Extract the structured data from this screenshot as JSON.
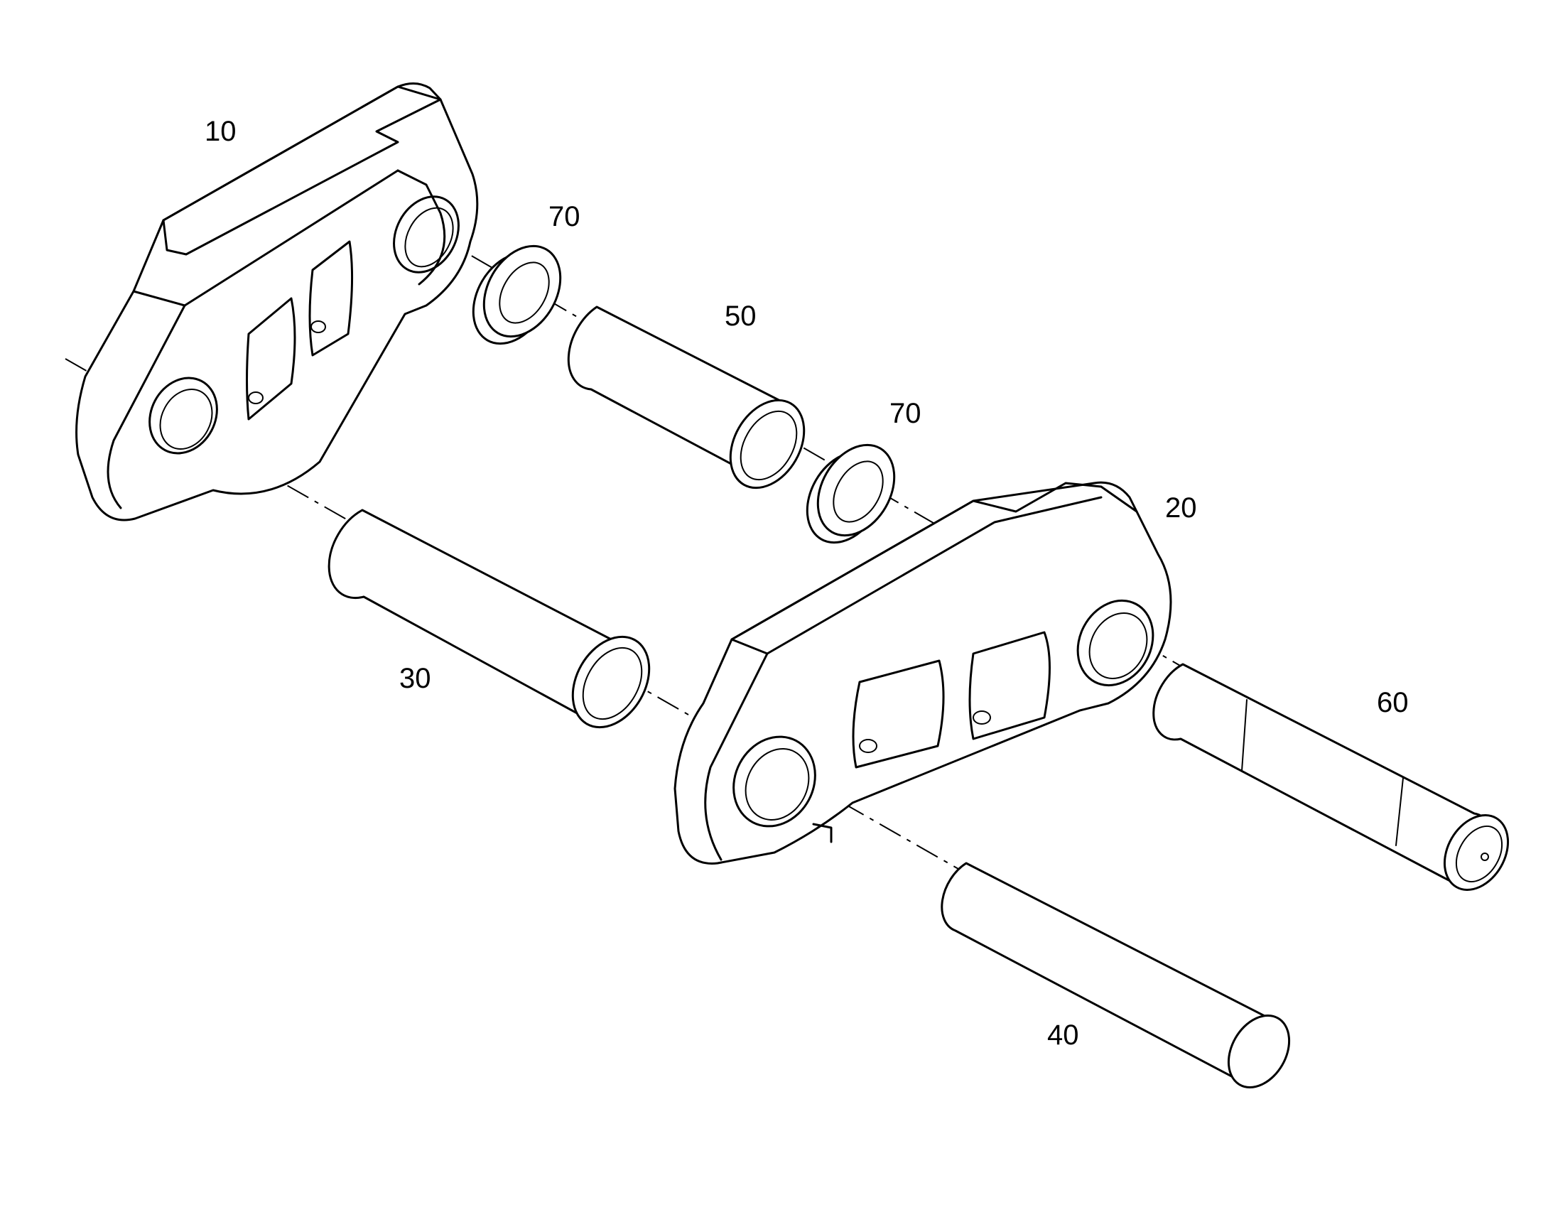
{
  "labels": {
    "link_first": "10",
    "link_second": "20",
    "bushing_30": "30",
    "pin_40": "40",
    "bushing_50": "50",
    "pin_60": "60",
    "seal_upper": "70",
    "seal_lower": "70"
  }
}
